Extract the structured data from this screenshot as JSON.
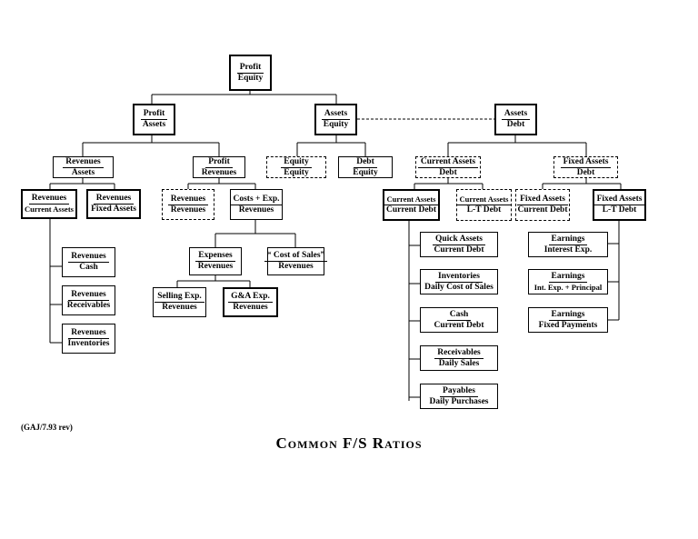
{
  "title": "Common F/S Ratios",
  "footer_code": "(GAJ/7.93 rev)",
  "nodes": {
    "roe": {
      "num": "Profit",
      "den": "Equity"
    },
    "roa": {
      "num": "Profit",
      "den": "Assets"
    },
    "assets_equity": {
      "num": "Assets",
      "den": "Equity"
    },
    "assets_debt": {
      "num": "Assets",
      "den": "Debt"
    },
    "rev_assets": {
      "num": "Revenues",
      "den": "Assets"
    },
    "profit_rev": {
      "num": "Profit",
      "den": "Revenues"
    },
    "equity_equity": {
      "num": "Equity",
      "den": "Equity"
    },
    "debt_equity": {
      "num": "Debt",
      "den": "Equity"
    },
    "ca_debt": {
      "num": "Current Assets",
      "den": "Debt"
    },
    "fa_debt": {
      "num": "Fixed Assets",
      "den": "Debt"
    },
    "rev_ca": {
      "num": "Revenues",
      "den": "Current Assets"
    },
    "rev_fa": {
      "num": "Revenues",
      "den": "Fixed Assets"
    },
    "rev_rev": {
      "num": "Revenues",
      "den": "Revenues"
    },
    "costs_rev": {
      "num": "Costs + Exp.",
      "den": "Revenues"
    },
    "current_ratio": {
      "num": "Current Assets",
      "den": "Current Debt"
    },
    "ca_ltd": {
      "num": "Current Assets",
      "den": "L-T Debt"
    },
    "fa_cd": {
      "num": "Fixed Assets",
      "den": "Current Debt"
    },
    "fa_ltd": {
      "num": "Fixed Assets",
      "den": "L-T Debt"
    },
    "rev_cash": {
      "num": "Revenues",
      "den": "Cash"
    },
    "rev_receivables": {
      "num": "Revenues",
      "den": "Receivables"
    },
    "rev_inventories": {
      "num": "Revenues",
      "den": "Inventories"
    },
    "exp_rev": {
      "num": "Expenses",
      "den": "Revenues"
    },
    "cos_rev": {
      "num": "“ Cost of Sales”",
      "den": "Revenues"
    },
    "selling_rev": {
      "num": "Selling Exp.",
      "den": "Revenues"
    },
    "ga_rev": {
      "num": "G&A Exp.",
      "den": "Revenues"
    },
    "quick_ratio": {
      "num": "Quick Assets",
      "den": "Current Debt"
    },
    "inv_days": {
      "num": "Inventories",
      "den": "Daily Cost of Sales"
    },
    "cash_cd": {
      "num": "Cash",
      "den": "Current Debt"
    },
    "recv_days": {
      "num": "Receivables",
      "den": "Daily Sales"
    },
    "pay_days": {
      "num": "Payables",
      "den": "Daily Purchases"
    },
    "interest_cov": {
      "num": "Earnings",
      "den": "Interest Exp."
    },
    "principal_cov": {
      "num": "Earnings",
      "den": "Int. Exp. + Principal"
    },
    "fixed_pay_cov": {
      "num": "Earnings",
      "den": "Fixed Payments"
    }
  }
}
